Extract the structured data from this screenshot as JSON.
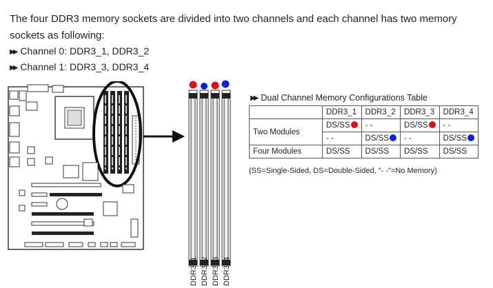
{
  "intro": "The four DDR3 memory sockets are divided into two channels and each channel has two memory sockets as following:",
  "channels": [
    "Channel 0: DDR3_1, DDR3_2",
    "Channel 1: DDR3_3, DDR3_4"
  ],
  "diagram": {
    "slot_labels": [
      "DDR3_1",
      "DDR3_2",
      "DDR3_3",
      "DDR3_4"
    ],
    "channel_colors": [
      "#e01010",
      "#1020e0"
    ]
  },
  "table": {
    "title": "Dual Channel Memory Configurations Table",
    "headers": [
      "",
      "DDR3_1",
      "DDR3_2",
      "DDR3_3",
      "DDR3_4"
    ],
    "rows": [
      {
        "label": "Two Modules",
        "cells": [
          "DS/SS",
          "- -",
          "DS/SS",
          "- -"
        ]
      },
      {
        "label": "",
        "cells": [
          "- -",
          "DS/SS",
          "- -",
          "DS/SS"
        ]
      },
      {
        "label": "Four Modules",
        "cells": [
          "DS/SS",
          "DS/SS",
          "DS/SS",
          "DS/SS"
        ]
      }
    ],
    "note": "(SS=Single-Sided, DS=Double-Sided, \"- -\"=No Memory)"
  }
}
